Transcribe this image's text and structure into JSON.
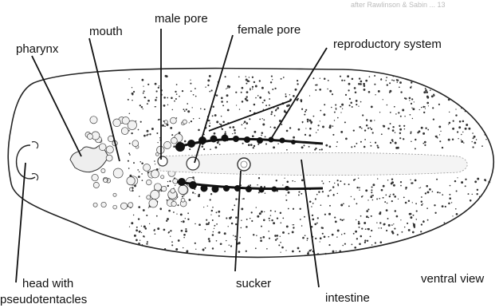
{
  "credit": "after Rawlinson & Sabin ... 13",
  "view_label": "ventral view",
  "labels": {
    "pharynx": "pharynx",
    "mouth": "mouth",
    "male_pore": "male pore",
    "female_pore": "female pore",
    "reproductory_system": "reproductory system",
    "head": [
      "head with",
      "pseudotentacles"
    ],
    "sucker": "sucker",
    "intestine": "intestine"
  }
}
